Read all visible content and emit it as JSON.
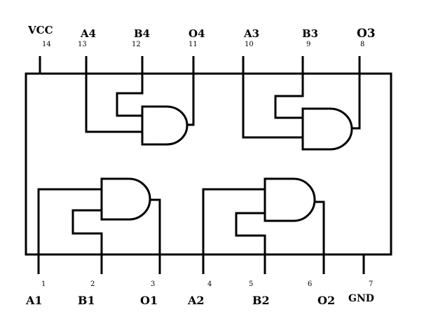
{
  "chip": {
    "pins": {
      "p1": {
        "number": "1",
        "signal": "A1"
      },
      "p2": {
        "number": "2",
        "signal": "B1"
      },
      "p3": {
        "number": "3",
        "signal": "O1"
      },
      "p4": {
        "number": "4",
        "signal": "A2"
      },
      "p5": {
        "number": "5",
        "signal": "B2"
      },
      "p6": {
        "number": "6",
        "signal": "O2"
      },
      "p7": {
        "number": "7",
        "signal": "GND"
      },
      "p8": {
        "number": "8",
        "signal": "O3"
      },
      "p9": {
        "number": "9",
        "signal": "B3"
      },
      "p10": {
        "number": "10",
        "signal": "A3"
      },
      "p11": {
        "number": "11",
        "signal": "O4"
      },
      "p12": {
        "number": "12",
        "signal": "B4"
      },
      "p13": {
        "number": "13",
        "signal": "A4"
      },
      "p14": {
        "number": "14",
        "signal": "VCC"
      }
    },
    "gates": [
      {
        "type": "AND",
        "inputs": [
          "A1",
          "B1"
        ],
        "output": "O1"
      },
      {
        "type": "AND",
        "inputs": [
          "A2",
          "B2"
        ],
        "output": "O2"
      },
      {
        "type": "AND",
        "inputs": [
          "A3",
          "B3"
        ],
        "output": "O3"
      },
      {
        "type": "AND",
        "inputs": [
          "A4",
          "B4"
        ],
        "output": "O4"
      }
    ]
  }
}
